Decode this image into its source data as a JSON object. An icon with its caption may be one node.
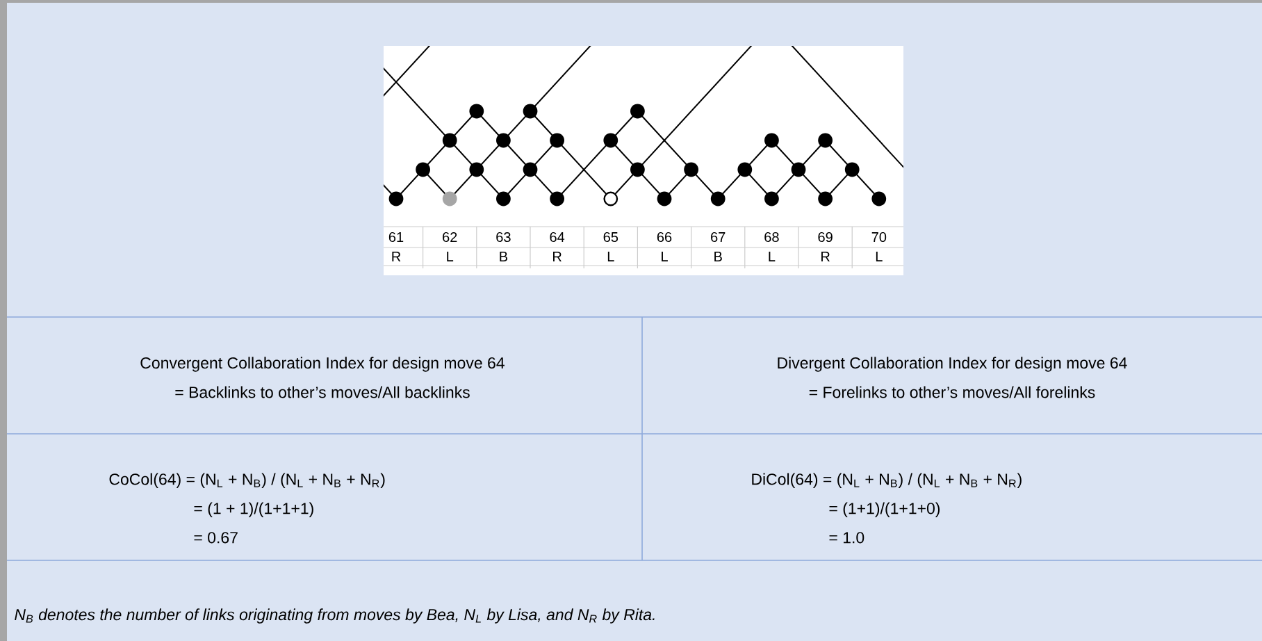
{
  "diagram": {
    "labels": [
      "61",
      "62",
      "63",
      "64",
      "65",
      "66",
      "67",
      "68",
      "69",
      "70",
      "R",
      "L",
      "B",
      "R",
      "L",
      "L",
      "B",
      "L",
      "R",
      "L",
      "Convergent Collaboration Index for design move 64",
      "= Backlinks to other’s moves/All backlinks",
      "Divergent Collaboration Index for design move 64",
      "= Forelinks to other’s moves/All forelinks",
      "CoCol(64) = (N$_{L}$ + N$_{B}$) / (N$_{L}$ + N$_{B}$ + N$_{R}$)",
      "= (1 + 1)/(1+1+1)",
      "= 0.67",
      "DiCol(64) = (N$_{L}$ + N$_{B}$) / (N$_{L}$ + N$_{B}$ + N$_{R}$)",
      "= (1+1)/(1+1+0)",
      "= 1.0",
      "N$_{B}$ denotes the number of links originating from moves by Bea, N$_{L}$ by Lisa, and N$_{R}$ by Rita."
    ]
  }
}
